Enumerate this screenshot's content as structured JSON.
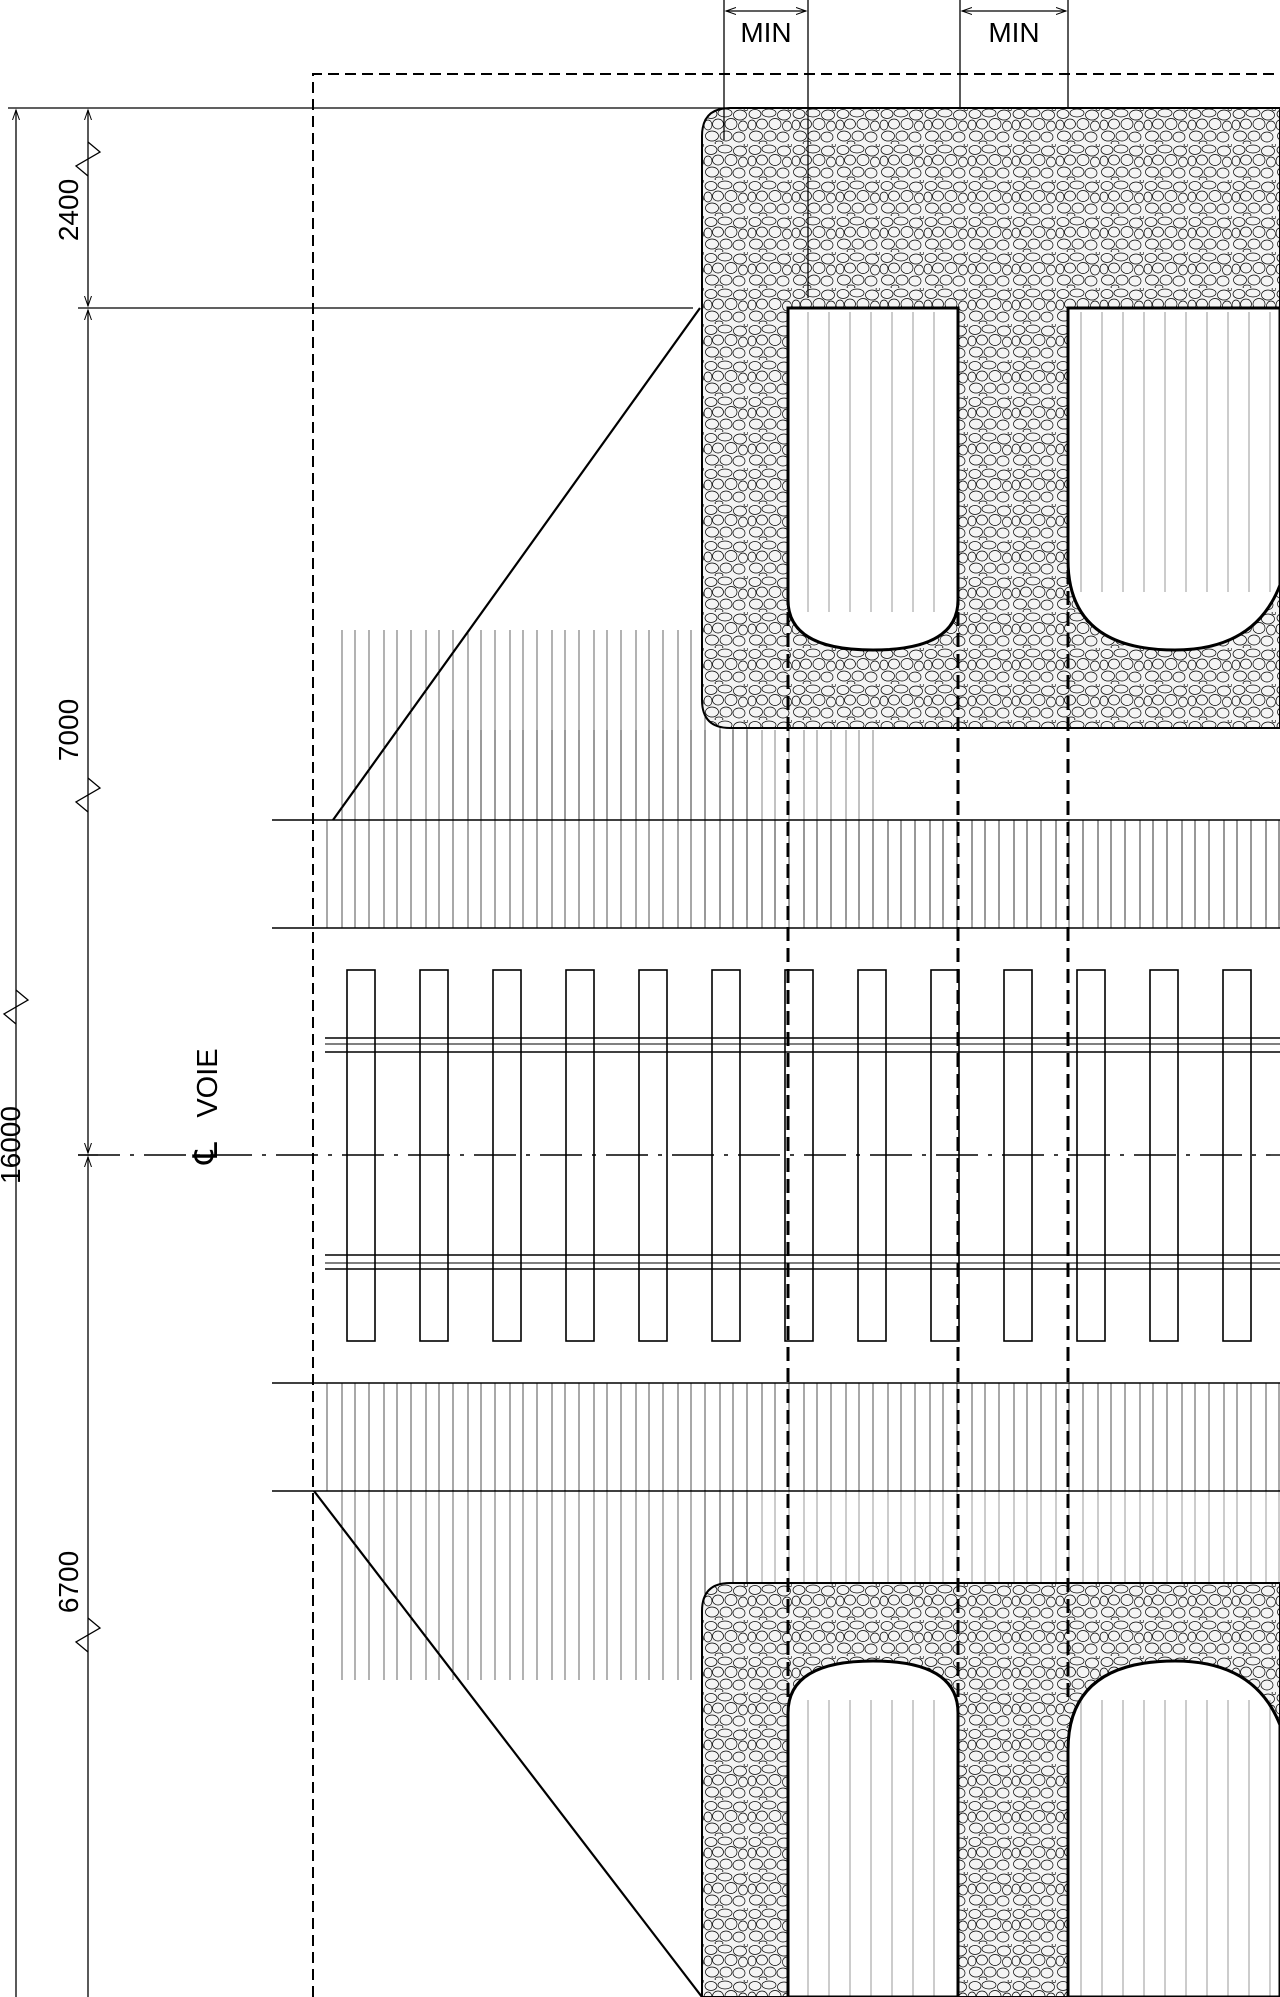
{
  "drawing": {
    "min_labels": [
      "MIN",
      "MIN"
    ],
    "dimensions": {
      "top_band": "2400",
      "upper": "7000",
      "lower": "6700",
      "overall": "16000"
    },
    "centerline": {
      "symbol": "℄",
      "label": "VOIE"
    }
  }
}
